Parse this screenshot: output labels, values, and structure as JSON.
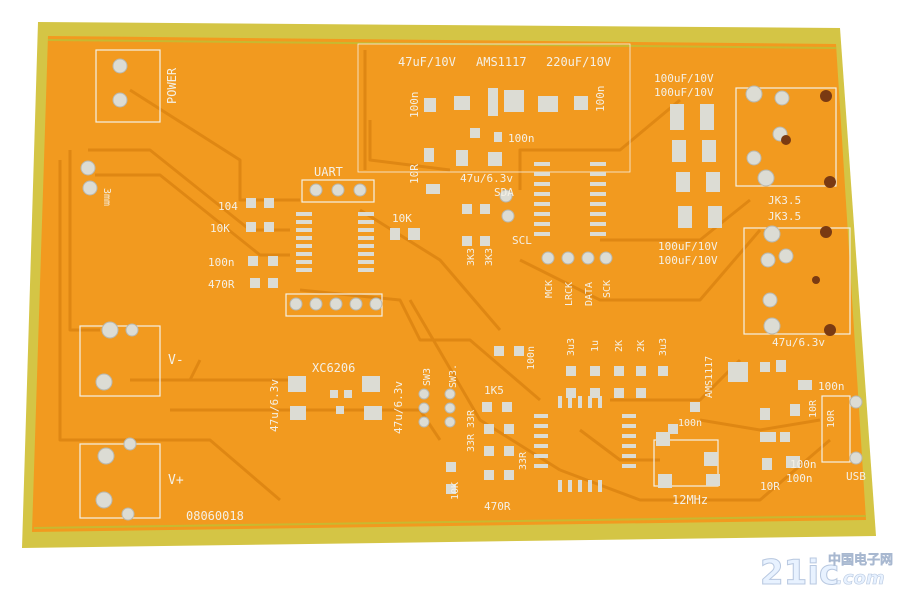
{
  "board": {
    "power": "POWER",
    "uart": "UART",
    "v_minus": "V-",
    "v_plus": "V+",
    "serial": "08060018",
    "led_size": "3mm",
    "c_47uf_10v": "47uF/10V",
    "ams1117_top": "AMS1117",
    "c_220uf_10v": "220uF/10V",
    "r_100n_a": "100n",
    "r_100n_b": "100n",
    "r_100n_c": "100n",
    "c_47u_63v_top": "47u/6.3v",
    "r_10r_top": "10R",
    "sda": "SDA",
    "scl": "SCL",
    "r_10k_mid": "10K",
    "c_104": "104",
    "r_10k_left": "10K",
    "r_100n_left": "100n",
    "r_470r_left": "470R",
    "r_3k3_a": "3K3",
    "r_3k3_b": "3K3",
    "mck": "MCK",
    "lrck": "LRCK",
    "data": "DATA",
    "sck": "SCK",
    "c_100uf_1": "100uF/10V",
    "c_100uf_2": "100uF/10V",
    "c_100uf_3": "100uF/10V",
    "c_100uf_4": "100uF/10V",
    "jk_top": "JK3.5",
    "jk_bottom": "JK3.5",
    "xc6206": "XC6206",
    "c_47u_63v_left": "47u/6.3v",
    "c_47u_63v_mid": "47u/6.3v",
    "sw3": "SW3",
    "sw3b": "SW3.",
    "r_1k5": "1K5",
    "r_33r_a": "33R",
    "r_33r_b": "33R",
    "r_33r_c": "33R",
    "r_10k_bottom": "10K",
    "r_470r_bottom": "470R",
    "r_100n_mid": "100n",
    "l_3u3_a": "3u3",
    "l_1u": "1u",
    "l_2k_a": "2K",
    "l_2k_b": "2K",
    "l_3u3_b": "3u3",
    "ams1117_right": "AMS1117",
    "c_47u_63v_right": "47u/6.3v",
    "r_100n_right1": "100n",
    "r_10r_right": "10R",
    "r_10r_b": "10R",
    "r_100n_right2": "100n",
    "r_100n_mid2": "100n",
    "crystal": "12MHz",
    "r_10r_bottom": "10R",
    "r_100n_bottom": "100n",
    "usb": "USB"
  },
  "watermark": {
    "latin": "21ic",
    "dotcom": ".com",
    "cjk": "中国电子网"
  },
  "colors": {
    "background": "#ffffff",
    "substrate": "#d4c545",
    "soldermask": "#f29a1f",
    "trace": "#e08812",
    "silkscreen": "#f4f0e6",
    "pad": "#dcdcd4"
  }
}
